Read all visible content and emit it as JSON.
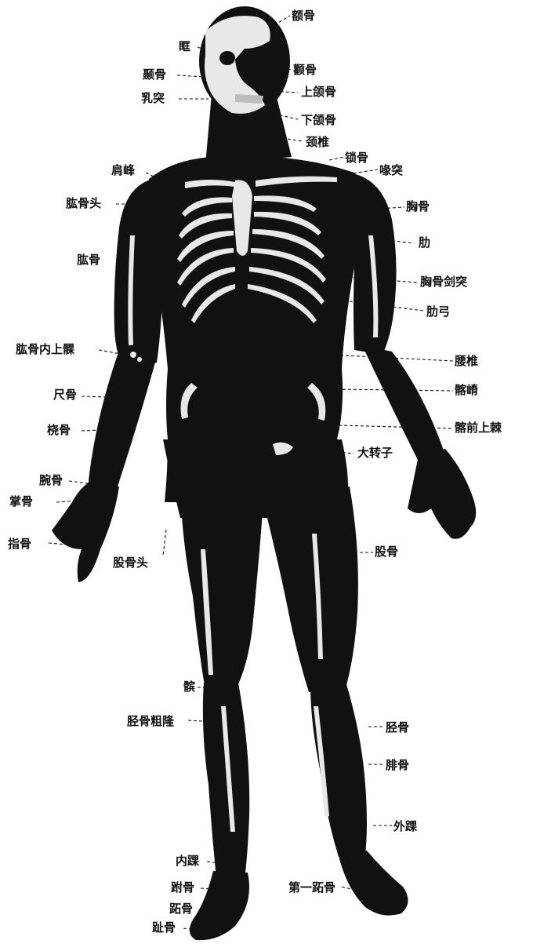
{
  "colors": {
    "ink": "#111111",
    "paper": "#ffffff",
    "bone": "#e8e8e8"
  },
  "labels": {
    "frontal": "额骨",
    "orbit": "眶",
    "temporal": "颞骨",
    "zygomatic": "颧骨",
    "mastoid": "乳突",
    "maxilla": "上颌骨",
    "mandible": "下颌骨",
    "cervical": "颈椎",
    "clavicle": "锁骨",
    "coracoid": "喙突",
    "acromion": "肩峰",
    "humerus_head": "肱骨头",
    "sternum": "胸骨",
    "rib": "肋",
    "humerus": "肱骨",
    "xiphoid": "胸骨剑突",
    "costal_arch": "肋弓",
    "medial_epicondyle": "肱骨内上髁",
    "lumbar": "腰椎",
    "ulna": "尺骨",
    "iliac_crest": "髂嵴",
    "radius": "桡骨",
    "asis": "髂前上棘",
    "greater_trochanter": "大转子",
    "carpal": "腕骨",
    "metacarpal": "掌骨",
    "phalanx": "指骨",
    "femur_head": "股骨头",
    "femur": "股骨",
    "patella": "髌",
    "tibial_tuberosity": "胫骨粗隆",
    "tibia": "胫骨",
    "fibula": "腓骨",
    "lateral_malleolus": "外踝",
    "medial_malleolus": "内踝",
    "first_metatarsal": "第一跖骨",
    "tarsal": "跗骨",
    "metatarsal": "跖骨",
    "toe": "趾骨"
  }
}
